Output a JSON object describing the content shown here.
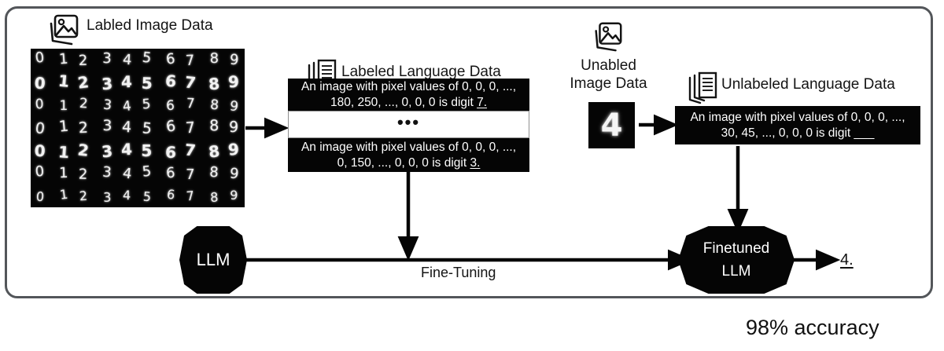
{
  "frame": {
    "present": true
  },
  "sections": {
    "labeled_image": {
      "icon": "image-stack-icon",
      "caption": "Labled Image Data",
      "grid": {
        "rows": 7,
        "cols": 10,
        "digits": [
          [
            "0",
            "1",
            "2",
            "3",
            "4",
            "5",
            "6",
            "7",
            "8",
            "9"
          ],
          [
            "0",
            "1",
            "2",
            "3",
            "4",
            "5",
            "6",
            "7",
            "8",
            "9"
          ],
          [
            "0",
            "1",
            "2",
            "3",
            "4",
            "5",
            "6",
            "7",
            "8",
            "9"
          ],
          [
            "0",
            "1",
            "2",
            "3",
            "4",
            "5",
            "6",
            "7",
            "8",
            "9"
          ],
          [
            "0",
            "1",
            "2",
            "3",
            "4",
            "5",
            "6",
            "7",
            "8",
            "9"
          ],
          [
            "0",
            "1",
            "2",
            "3",
            "4",
            "5",
            "6",
            "7",
            "8",
            "9"
          ],
          [
            "0",
            "1",
            "2",
            "3",
            "4",
            "5",
            "6",
            "7",
            "8",
            "9"
          ]
        ]
      }
    },
    "labeled_language": {
      "icon": "document-stack-icon",
      "caption": "Labeled Language Data",
      "sample_top_line1": "An image with pixel values of 0, 0, 0, ...,",
      "sample_top_line2_prefix": "180, 250, ..., 0, 0, 0 is digit ",
      "sample_top_label": "7.",
      "ellipsis": "•••",
      "sample_bottom_line1": "An image with pixel values of 0, 0, 0, ...,",
      "sample_bottom_line2_prefix": "0, 150, ..., 0, 0, 0 is digit ",
      "sample_bottom_label": "3."
    },
    "unlabeled_image": {
      "icon": "image-stack-icon",
      "caption_line1": "Unabled",
      "caption_line2": "Image Data",
      "digit": "4"
    },
    "unlabeled_language": {
      "icon": "document-stack-icon",
      "caption": "Unlabeled Language Data",
      "sample_line1": "An image with pixel values of 0, 0, 0, ...,",
      "sample_line2_prefix": "30, 45, ..., 0, 0, 0 is digit ",
      "sample_blank": "___"
    }
  },
  "pipeline": {
    "llm_node_label": "LLM",
    "finetuning_label": "Fine-Tuning",
    "finetuned_node_line1": "Finetuned",
    "finetuned_node_line2": "LLM",
    "prediction": "4."
  },
  "footer": {
    "accuracy": "98% accuracy"
  },
  "colors": {
    "frame_border": "#53565a",
    "box_fill": "#050505",
    "box_text": "#ffffff",
    "page_text": "#141414",
    "ellipsis_border": "#8f8f8f"
  }
}
